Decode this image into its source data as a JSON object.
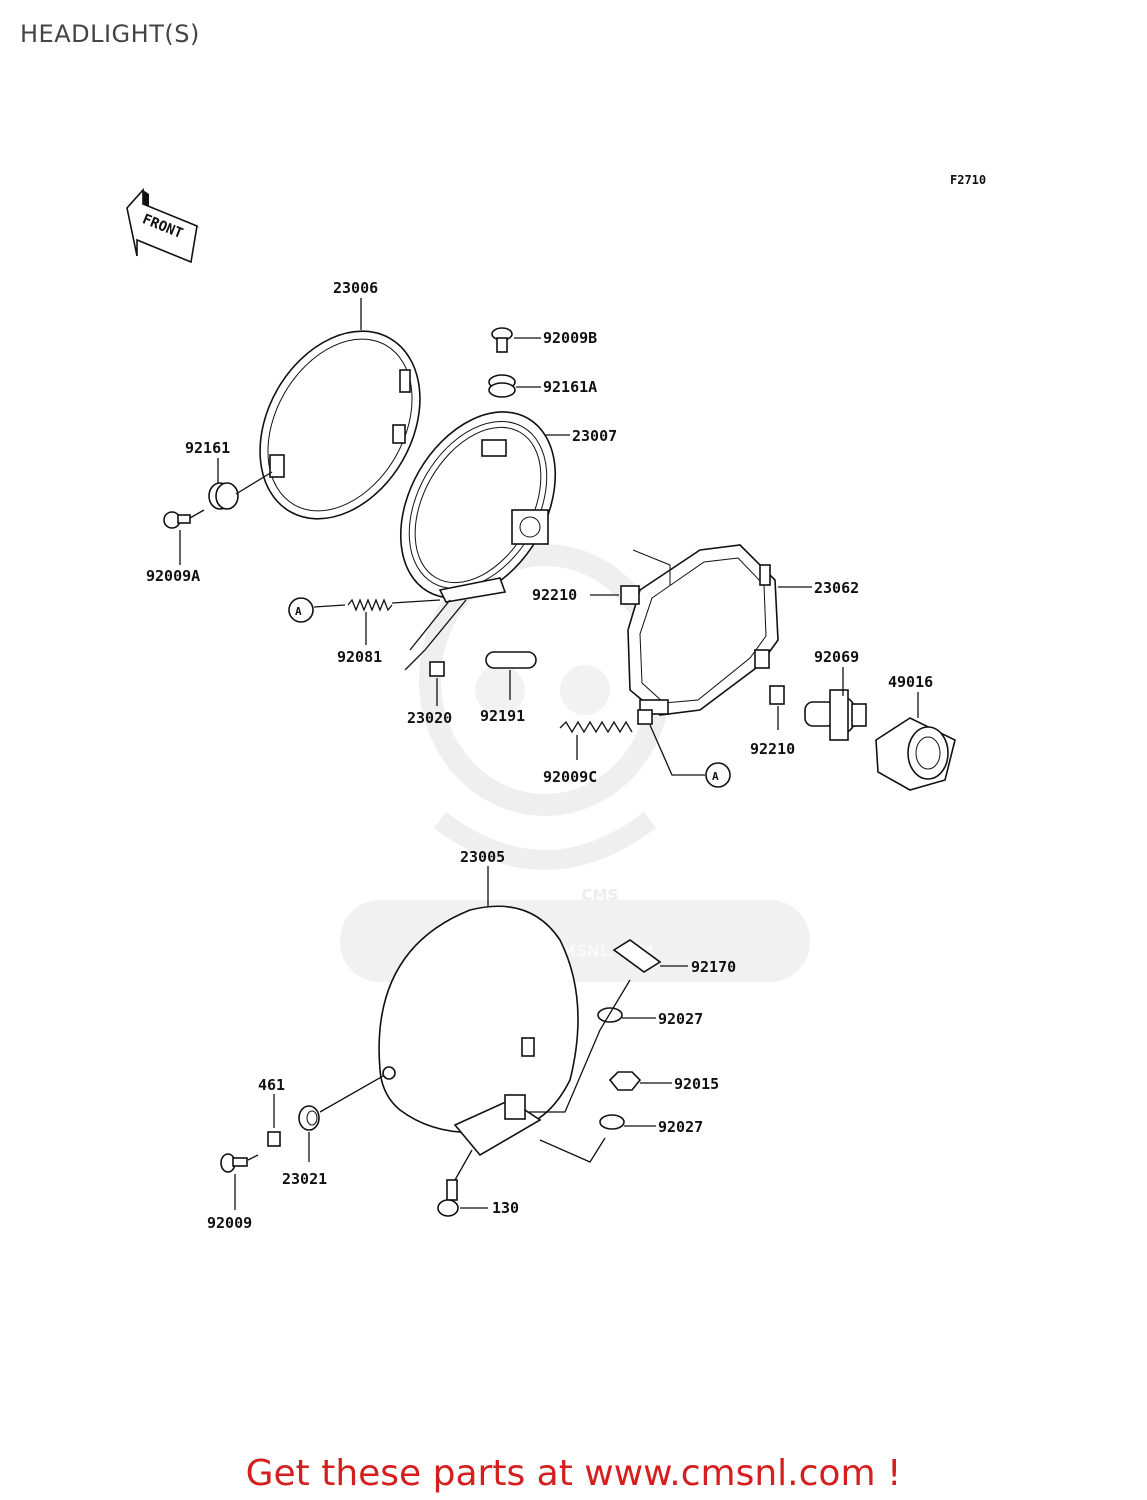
{
  "page": {
    "title": "HEADLIGHT(S)",
    "footer": "Get these parts at www.cmsnl.com !"
  },
  "diagram": {
    "figure_code": "F2710",
    "front_label": "FRONT",
    "watermark": {
      "logo_text": "CMS",
      "url_text": "WWW.CMSNL.COM"
    },
    "ref_marker": "A",
    "part_labels": {
      "p23006": "23006",
      "p92009B": "92009B",
      "p92161A": "92161A",
      "p23007": "23007",
      "p92161": "92161",
      "p92009A": "92009A",
      "p92210a": "92210",
      "p23062": "23062",
      "p92081": "92081",
      "p23020": "23020",
      "p92191": "92191",
      "p92069": "92069",
      "p49016": "49016",
      "p92210b": "92210",
      "p92009C": "92009C",
      "p23005": "23005",
      "p92170": "92170",
      "p92027a": "92027",
      "p461": "461",
      "p92015": "92015",
      "p92027b": "92027",
      "p23021": "23021",
      "p130": "130",
      "p92009": "92009"
    }
  }
}
